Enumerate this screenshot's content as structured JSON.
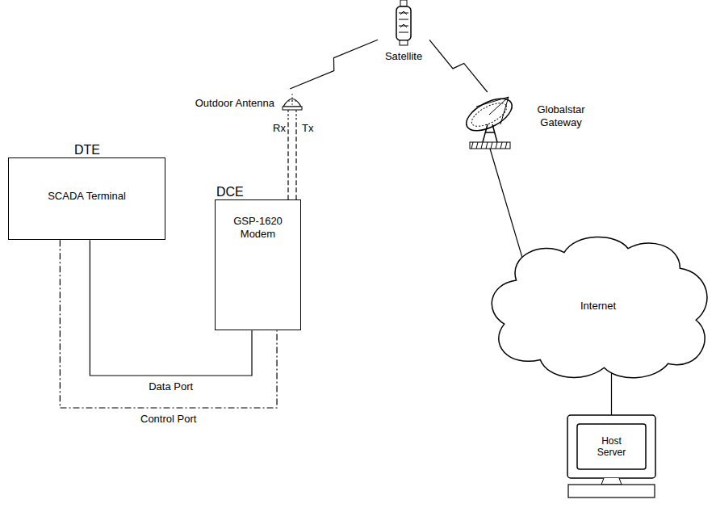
{
  "diagram": {
    "nodes": [
      {
        "text": [
          "Satellite"
        ]
      },
      {
        "text": [
          "Outdoor Antenna"
        ]
      },
      {
        "text": [
          "Globalstar Gateway"
        ]
      },
      {
        "text": [
          "DTE",
          "SCADA Terminal"
        ]
      },
      {
        "text": [
          "DCE",
          "GSP-1620 Modem"
        ]
      },
      {
        "text": [
          "Internet"
        ]
      },
      {
        "text": [
          "Host Server"
        ]
      }
    ],
    "edges": [
      {
        "from": 0,
        "to": 1,
        "arrow": "none"
      },
      {
        "from": 0,
        "to": 2,
        "arrow": "none"
      },
      {
        "from": 4,
        "to": 1,
        "arrow": "none"
      },
      {
        "from": 3,
        "to": 4,
        "label": "Data Port",
        "arrow": "none"
      },
      {
        "from": 3,
        "to": 4,
        "label": "Control Port",
        "arrow": "none"
      },
      {
        "from": 2,
        "to": 5,
        "arrow": "none"
      },
      {
        "from": 5,
        "to": 6,
        "arrow": "none"
      }
    ],
    "labels": [
      "Rx",
      "Tx"
    ]
  }
}
